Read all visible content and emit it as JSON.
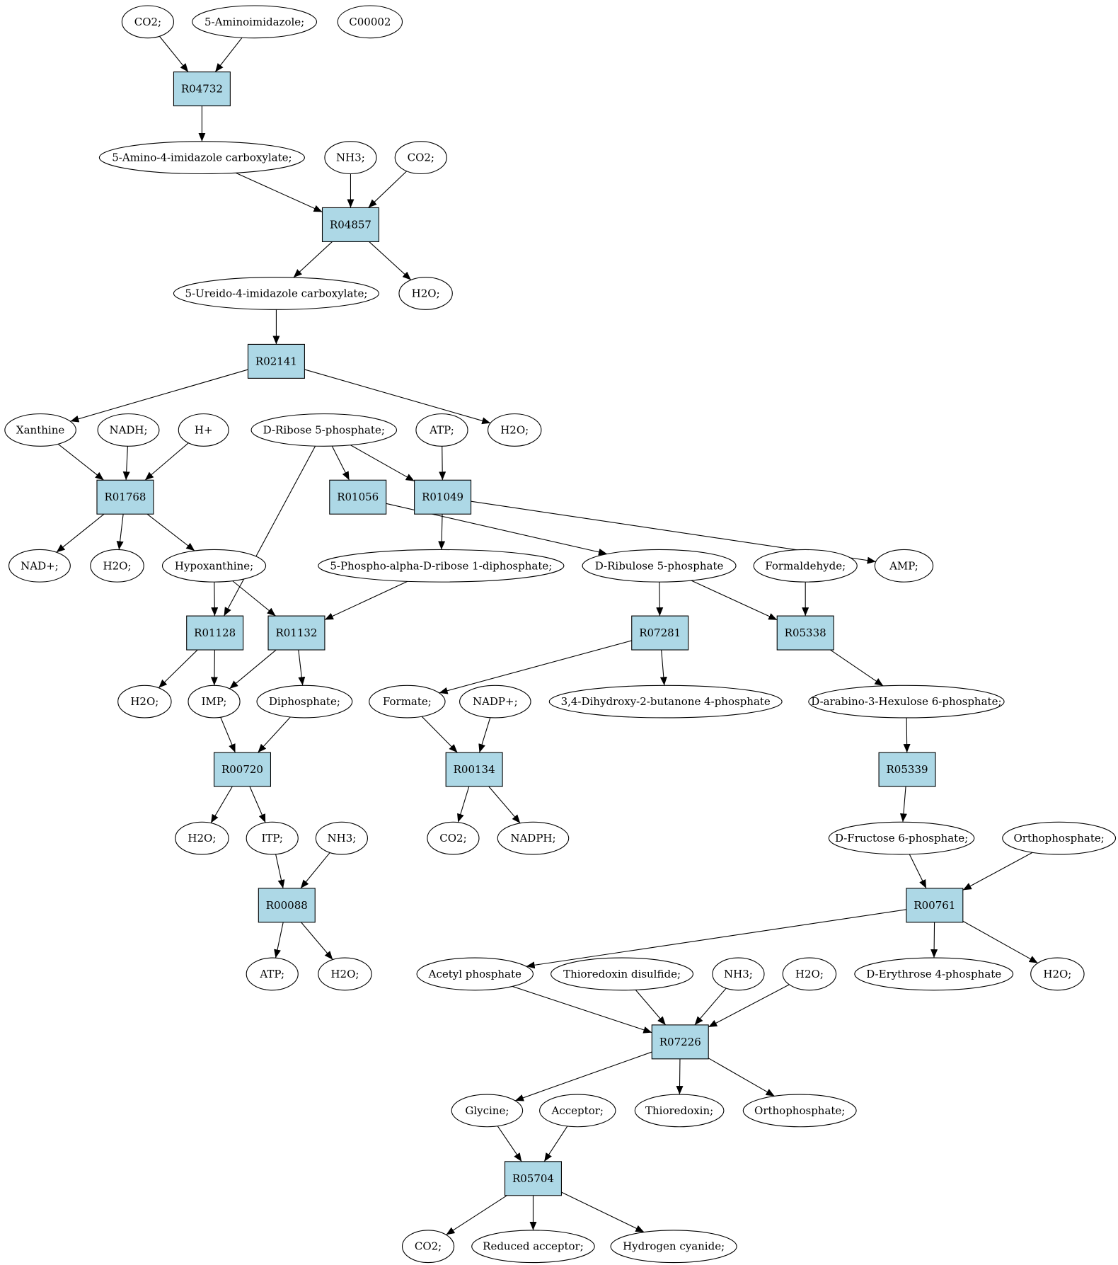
{
  "colors": {
    "reaction_fill": "#add8e6",
    "compound_fill": "#ffffff",
    "highlight_start": "#00ee00",
    "highlight_marker": "#ffff00",
    "stroke": "#000000"
  },
  "reactions": [
    {
      "id": "R04732",
      "label": "R04732"
    },
    {
      "id": "R04857",
      "label": "R04857"
    },
    {
      "id": "R02141",
      "label": "R02141"
    },
    {
      "id": "R01768",
      "label": "R01768"
    },
    {
      "id": "R01056",
      "label": "R01056"
    },
    {
      "id": "R01049",
      "label": "R01049"
    },
    {
      "id": "R01128",
      "label": "R01128"
    },
    {
      "id": "R01132",
      "label": "R01132"
    },
    {
      "id": "R07281",
      "label": "R07281"
    },
    {
      "id": "R05338",
      "label": "R05338"
    },
    {
      "id": "R00720",
      "label": "R00720"
    },
    {
      "id": "R00134",
      "label": "R00134"
    },
    {
      "id": "R05339",
      "label": "R05339"
    },
    {
      "id": "R00088",
      "label": "R00088"
    },
    {
      "id": "R00761",
      "label": "R00761"
    },
    {
      "id": "R07226",
      "label": "R07226"
    },
    {
      "id": "R05704",
      "label": "R05704"
    }
  ],
  "compounds": [
    {
      "id": "co2_a",
      "label": "CO2;"
    },
    {
      "id": "aminoimidazole",
      "label": "5-Aminoimidazole;"
    },
    {
      "id": "c00002",
      "label": "C00002",
      "fill": "highlight_marker"
    },
    {
      "id": "aica",
      "label": "5-Amino-4-imidazole carboxylate;"
    },
    {
      "id": "nh3_a",
      "label": "NH3;"
    },
    {
      "id": "co2_b",
      "label": "CO2;"
    },
    {
      "id": "ureido",
      "label": "5-Ureido-4-imidazole carboxylate;"
    },
    {
      "id": "h2o_a",
      "label": "H2O;"
    },
    {
      "id": "xanthine",
      "label": "Xanthine"
    },
    {
      "id": "nadh",
      "label": "NADH;"
    },
    {
      "id": "hplus",
      "label": "H+"
    },
    {
      "id": "r5p",
      "label": "D-Ribose 5-phosphate;",
      "fill": "highlight_start"
    },
    {
      "id": "atp_a",
      "label": "ATP;"
    },
    {
      "id": "h2o_b",
      "label": "H2O;"
    },
    {
      "id": "nadplus",
      "label": "NAD+;"
    },
    {
      "id": "h2o_c",
      "label": "H2O;"
    },
    {
      "id": "hypoxanthine",
      "label": "Hypoxanthine;"
    },
    {
      "id": "prpp",
      "label": "5-Phospho-alpha-D-ribose 1-diphosphate;"
    },
    {
      "id": "ribulose5p",
      "label": "D-Ribulose 5-phosphate"
    },
    {
      "id": "formaldehyde",
      "label": "Formaldehyde;"
    },
    {
      "id": "amp",
      "label": "AMP;"
    },
    {
      "id": "h2o_d",
      "label": "H2O;"
    },
    {
      "id": "imp",
      "label": "IMP;"
    },
    {
      "id": "diphosphate",
      "label": "Diphosphate;"
    },
    {
      "id": "formate",
      "label": "Formate;"
    },
    {
      "id": "nadpplus",
      "label": "NADP+;"
    },
    {
      "id": "dhbp",
      "label": "3,4-Dihydroxy-2-butanone 4-phosphate"
    },
    {
      "id": "hexulose",
      "label": "D-arabino-3-Hexulose 6-phosphate;"
    },
    {
      "id": "h2o_e",
      "label": "H2O;"
    },
    {
      "id": "itp",
      "label": "ITP;"
    },
    {
      "id": "nh3_b",
      "label": "NH3;"
    },
    {
      "id": "co2_c",
      "label": "CO2;"
    },
    {
      "id": "nadph",
      "label": "NADPH;"
    },
    {
      "id": "f6p",
      "label": "D-Fructose 6-phosphate;"
    },
    {
      "id": "orthophosphate_a",
      "label": "Orthophosphate;"
    },
    {
      "id": "atp_b",
      "label": "ATP;"
    },
    {
      "id": "h2o_f",
      "label": "H2O;"
    },
    {
      "id": "acetylp",
      "label": "Acetyl phosphate"
    },
    {
      "id": "thioredoxin_ss",
      "label": "Thioredoxin disulfide;"
    },
    {
      "id": "nh3_c",
      "label": "NH3;"
    },
    {
      "id": "h2o_g",
      "label": "H2O;"
    },
    {
      "id": "e4p",
      "label": "D-Erythrose 4-phosphate"
    },
    {
      "id": "h2o_h",
      "label": "H2O;"
    },
    {
      "id": "glycine",
      "label": "Glycine;"
    },
    {
      "id": "acceptor",
      "label": "Acceptor;"
    },
    {
      "id": "thioredoxin",
      "label": "Thioredoxin;"
    },
    {
      "id": "orthophosphate_b",
      "label": "Orthophosphate;"
    },
    {
      "id": "co2_d",
      "label": "CO2;"
    },
    {
      "id": "reduced_acceptor",
      "label": "Reduced acceptor;"
    },
    {
      "id": "hcn",
      "label": "Hydrogen cyanide;"
    }
  ],
  "edges": [
    [
      "co2_a",
      "R04732"
    ],
    [
      "aminoimidazole",
      "R04732"
    ],
    [
      "R04732",
      "aica"
    ],
    [
      "aica",
      "R04857"
    ],
    [
      "nh3_a",
      "R04857"
    ],
    [
      "co2_b",
      "R04857"
    ],
    [
      "R04857",
      "ureido"
    ],
    [
      "R04857",
      "h2o_a"
    ],
    [
      "ureido",
      "R02141"
    ],
    [
      "R02141",
      "xanthine"
    ],
    [
      "R02141",
      "h2o_b"
    ],
    [
      "xanthine",
      "R01768"
    ],
    [
      "nadh",
      "R01768"
    ],
    [
      "hplus",
      "R01768"
    ],
    [
      "R01768",
      "nadplus"
    ],
    [
      "R01768",
      "h2o_c"
    ],
    [
      "R01768",
      "hypoxanthine"
    ],
    [
      "r5p",
      "R01056"
    ],
    [
      "r5p",
      "R01049"
    ],
    [
      "atp_a",
      "R01049"
    ],
    [
      "r5p",
      "R01128"
    ],
    [
      "R01049",
      "prpp"
    ],
    [
      "R01049",
      "amp"
    ],
    [
      "R01056",
      "ribulose5p"
    ],
    [
      "hypoxanthine",
      "R01128"
    ],
    [
      "hypoxanthine",
      "R01132"
    ],
    [
      "prpp",
      "R01132"
    ],
    [
      "R01128",
      "h2o_d"
    ],
    [
      "R01128",
      "imp"
    ],
    [
      "R01132",
      "imp"
    ],
    [
      "R01132",
      "diphosphate"
    ],
    [
      "ribulose5p",
      "R07281"
    ],
    [
      "ribulose5p",
      "R05338"
    ],
    [
      "formaldehyde",
      "R05338"
    ],
    [
      "R07281",
      "formate"
    ],
    [
      "R07281",
      "dhbp"
    ],
    [
      "R05338",
      "hexulose"
    ],
    [
      "imp",
      "R00720"
    ],
    [
      "diphosphate",
      "R00720"
    ],
    [
      "R00720",
      "h2o_e"
    ],
    [
      "R00720",
      "itp"
    ],
    [
      "formate",
      "R00134"
    ],
    [
      "nadpplus",
      "R00134"
    ],
    [
      "R00134",
      "co2_c"
    ],
    [
      "R00134",
      "nadph"
    ],
    [
      "hexulose",
      "R05339"
    ],
    [
      "R05339",
      "f6p"
    ],
    [
      "itp",
      "R00088"
    ],
    [
      "nh3_b",
      "R00088"
    ],
    [
      "R00088",
      "atp_b"
    ],
    [
      "R00088",
      "h2o_f"
    ],
    [
      "f6p",
      "R00761"
    ],
    [
      "orthophosphate_a",
      "R00761"
    ],
    [
      "R00761",
      "acetylp"
    ],
    [
      "R00761",
      "e4p"
    ],
    [
      "R00761",
      "h2o_h"
    ],
    [
      "acetylp",
      "R07226"
    ],
    [
      "thioredoxin_ss",
      "R07226"
    ],
    [
      "nh3_c",
      "R07226"
    ],
    [
      "h2o_g",
      "R07226"
    ],
    [
      "R07226",
      "glycine"
    ],
    [
      "R07226",
      "thioredoxin"
    ],
    [
      "R07226",
      "orthophosphate_b"
    ],
    [
      "glycine",
      "R05704"
    ],
    [
      "acceptor",
      "R05704"
    ],
    [
      "R05704",
      "co2_d"
    ],
    [
      "R05704",
      "reduced_acceptor"
    ],
    [
      "R05704",
      "hcn"
    ]
  ]
}
